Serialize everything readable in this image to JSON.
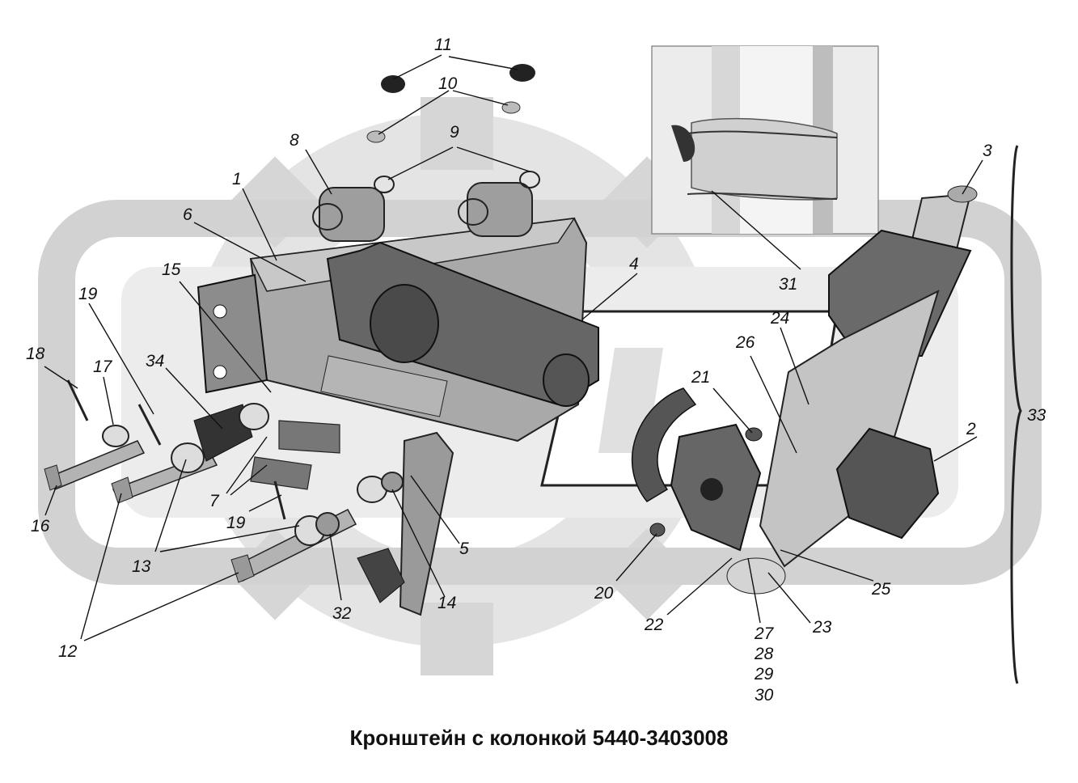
{
  "caption": "Кронштейн с колонкой 5440-3403008",
  "callouts": {
    "n1": "1",
    "n2": "2",
    "n3": "3",
    "n4": "4",
    "n5": "5",
    "n6": "6",
    "n7": "7",
    "n8": "8",
    "n9": "9",
    "n10": "10",
    "n11": "11",
    "n12": "12",
    "n13": "13",
    "n14": "14",
    "n15": "15",
    "n16": "16",
    "n17": "17",
    "n18": "18",
    "n19a": "19",
    "n19b": "19",
    "n20": "20",
    "n21": "21",
    "n22": "22",
    "n23": "23",
    "n24": "24",
    "n25": "25",
    "n26": "26",
    "n27": "27",
    "n28": "28",
    "n29": "29",
    "n30": "30",
    "n31": "31",
    "n32": "32",
    "n33": "33",
    "n34": "34"
  }
}
